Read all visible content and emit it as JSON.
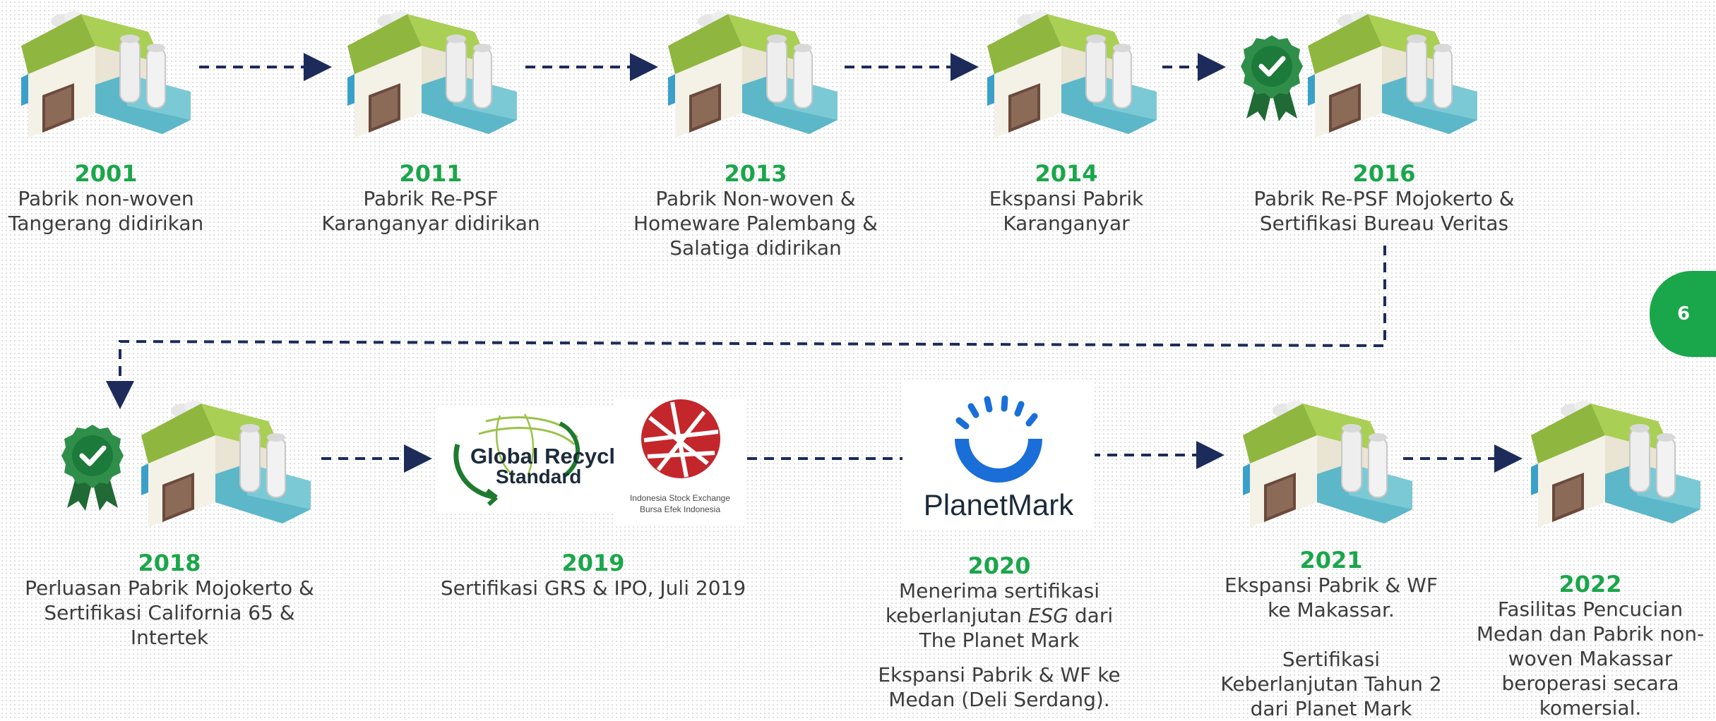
{
  "milestones": [
    {
      "year": "2001",
      "lines": [
        "Pabrik non-woven",
        "Tangerang didirikan"
      ]
    },
    {
      "year": "2011",
      "lines": [
        "Pabrik Re-PSF",
        "Karanganyar didirikan"
      ]
    },
    {
      "year": "2013",
      "lines": [
        "Pabrik Non-woven &",
        "Homeware Palembang &",
        "Salatiga didirikan"
      ]
    },
    {
      "year": "2014",
      "lines": [
        "Ekspansi Pabrik",
        "Karanganyar"
      ]
    },
    {
      "year": "2016",
      "lines": [
        "Pabrik Re-PSF Mojokerto &",
        "Sertifikasi Bureau Veritas"
      ]
    },
    {
      "year": "2018",
      "lines": [
        "Perluasan Pabrik Mojokerto &",
        "Sertifikasi California 65 &",
        "Intertek"
      ]
    },
    {
      "year": "2019",
      "lines": [
        "Sertifikasi GRS & IPO, Juli 2019"
      ]
    },
    {
      "year": "2020",
      "lines": [
        "Menerima sertifikasi",
        "keberlanjutan",
        "dari",
        "The Planet Mark",
        "Ekspansi Pabrik & WF ke",
        "Medan (Deli Serdang)."
      ],
      "esg": "ESG"
    },
    {
      "year": "2021",
      "lines": [
        "Ekspansi Pabrik & WF",
        "ke Makassar.",
        "Sertifikasi",
        "Keberlanjutan Tahun 2",
        "dari Planet Mark"
      ]
    },
    {
      "year": "2022",
      "lines": [
        "Fasilitas Pencucian",
        "Medan dan Pabrik non-",
        "woven Makassar",
        "beroperasi secara",
        "komersial."
      ]
    }
  ],
  "logos": {
    "grs_line1": "Global Recycled",
    "grs_line2": "Standard",
    "idx_line1": "Indonesia Stock Exchange",
    "idx_line2": "Bursa Efek Indonesia",
    "planetmark": "PlanetMark"
  },
  "page_number": "6",
  "colors": {
    "accent": "#1aa64a",
    "connector": "#1c2b5a",
    "roof": "#9bc24a",
    "wall": "#f4f1e6"
  }
}
